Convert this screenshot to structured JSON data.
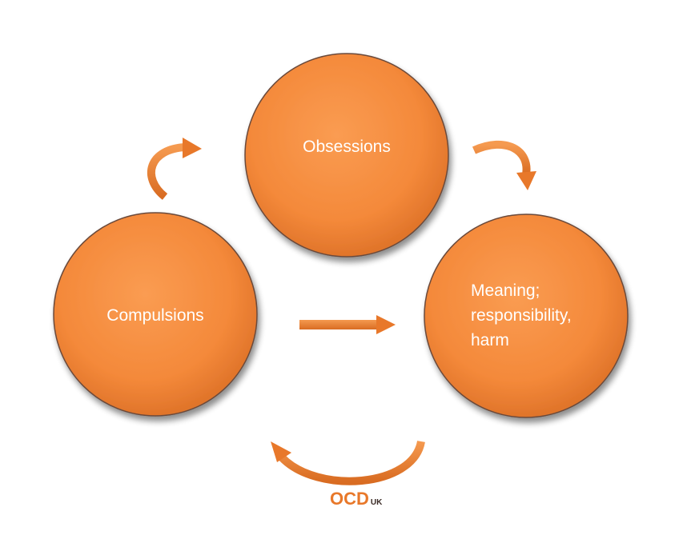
{
  "nodes": [
    {
      "id": "obsessions",
      "lines": [
        "Obsessions"
      ]
    },
    {
      "id": "meaning",
      "lines": [
        "Meaning;",
        "responsibility,",
        "harm"
      ]
    },
    {
      "id": "compulsions",
      "lines": [
        "Compulsions"
      ]
    }
  ],
  "logo": {
    "main": "OCD",
    "suffix": "UK"
  },
  "colors": {
    "circle_fill": "#f28a3a",
    "circle_light": "#fbb173",
    "circle_dark": "#d86c1f",
    "arrow": "#e8782a",
    "logo_orange": "#e8782a",
    "logo_dark": "#3a2a25"
  }
}
